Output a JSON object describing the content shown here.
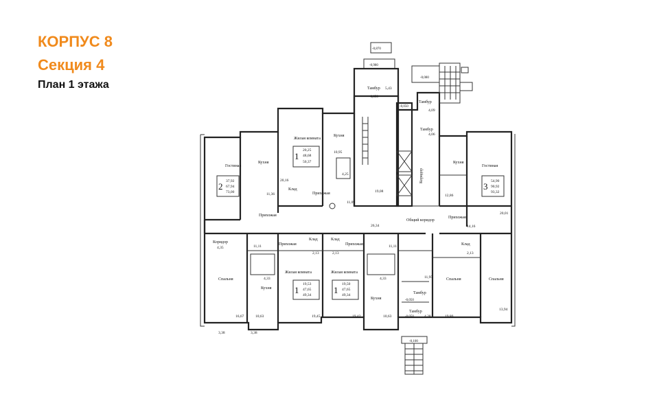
{
  "header": {
    "building": "КОРПУС 8",
    "section": "Секция 4",
    "plan": "План 1 этажа"
  },
  "colors": {
    "accent": "#f08a1c",
    "wall": "#222222",
    "text": "#111111"
  },
  "plan": {
    "rooms": {
      "gostinaya": "Гостиная",
      "kukhnya": "Кухня",
      "zhilaya": "Жилая комната",
      "prikhozhaya": "Прихожая",
      "spalnya": "Спальня",
      "koridor": "Коридор",
      "klad": "Клад",
      "tambur": "Тамбур",
      "obshchiy_koridor": "Общий коридор"
    },
    "apartments": {
      "a2": {
        "rooms": "2",
        "a": "37,92",
        "b": "67,94",
        "c": "73,00"
      },
      "a1_top": {
        "rooms": "1",
        "a": "20,25",
        "b": "48,68",
        "c": "50,37"
      },
      "a3": {
        "rooms": "3",
        "a": "54,90",
        "b": "90,92",
        "c": "93,32"
      },
      "a1_bl": {
        "rooms": "1",
        "a": "19,53",
        "b": "47,65",
        "c": "49,34"
      },
      "a1_br": {
        "rooms": "1",
        "a": "19,50",
        "b": "47,65",
        "c": "49,34"
      }
    },
    "areas": {
      "kitchen_top": "10,95",
      "kitchen_a2": "11,36",
      "living_top": "20,16",
      "hall_a1t": "11,09",
      "stair": "19,08",
      "kitchen_a3": "12,86",
      "liv_a3": "20,01",
      "bed_a2": "16,67",
      "kitchen_bl": "10,63",
      "living_bl": "19,45",
      "living_br": "19,42",
      "kitchen_br": "10,63",
      "bed_a3a": "19,80",
      "bed_a3b": "13,94",
      "corr_a2": "4,35",
      "hall_bl": "11,11",
      "hall_br": "11,11",
      "common": "26,34",
      "bath": "4,33",
      "bath2": "4,33",
      "bath3": "4,25",
      "hall_a3": "14,16",
      "klad_bl": "2,13",
      "klad_br": "2,13",
      "klad_a3": "2,13",
      "tambur_a": "5,43",
      "tambur_b": "4,09",
      "tambur_c": "4,06",
      "tambur_d": "4,28",
      "tambur_e": "11,95",
      "balc_a": "3,38",
      "balc_b": "3,38"
    },
    "elevations": {
      "e1": "-0,870",
      "e2": "-0,980",
      "e3": "-0,850",
      "e4": "-0,050",
      "e5": "-0,080",
      "e6": "-0,100",
      "e7": "-0,050",
      "e8": "-0,050"
    }
  }
}
